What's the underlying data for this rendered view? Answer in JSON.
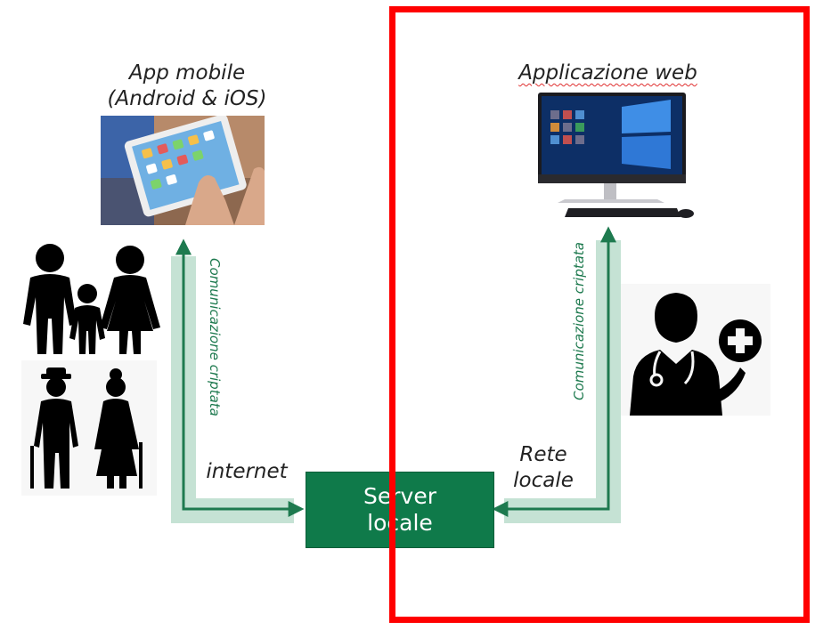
{
  "mobile_app": {
    "line1": "App mobile",
    "line2": "(Android & iOS)"
  },
  "web_app": {
    "label": "Applicazione web"
  },
  "left_channel": {
    "label": "Comunicazione criptata",
    "network": "internet"
  },
  "right_channel": {
    "label": "Comunicazione criptata",
    "network_line1": "Rete",
    "network_line2": "locale"
  },
  "server": {
    "line1": "Server",
    "line2": "locale"
  },
  "colors": {
    "server_fill": "#0f7a4a",
    "arrow": "#1e7a4f",
    "arrow_band": "#c5e2d4",
    "highlight_box": "#ff0000"
  },
  "icons": [
    "family-icon",
    "elderly-couple-icon",
    "doctor-icon",
    "tablet-photo",
    "desktop-computer-photo"
  ]
}
